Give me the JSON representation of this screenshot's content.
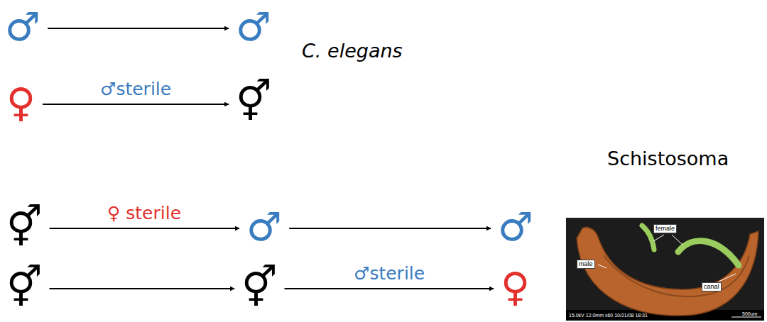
{
  "diagram": {
    "nodes": [
      {
        "text": [
          "♂"
        ]
      },
      {
        "text": [
          "♂"
        ]
      },
      {
        "text": [
          "♀"
        ]
      },
      {
        "text": [
          "⚥"
        ]
      },
      {
        "text": [
          "⚥"
        ]
      },
      {
        "text": [
          "♂"
        ]
      },
      {
        "text": [
          "♂"
        ]
      },
      {
        "text": [
          "⚥"
        ]
      },
      {
        "text": [
          "⚥"
        ]
      },
      {
        "text": [
          "♀"
        ]
      }
    ],
    "edges": [
      {
        "from": 0,
        "to": 1,
        "arrow": "to"
      },
      {
        "from": 2,
        "to": 3,
        "label": "♂sterile",
        "arrow": "to"
      },
      {
        "from": 4,
        "to": 5,
        "label": "♀ sterile",
        "arrow": "to"
      },
      {
        "from": 5,
        "to": 6,
        "arrow": "to"
      },
      {
        "from": 7,
        "to": 8,
        "arrow": "to"
      },
      {
        "from": 8,
        "to": 9,
        "label": "♂sterile",
        "arrow": "to"
      }
    ],
    "labels": [
      "C. elegans",
      "Schistosoma",
      "female",
      "canal",
      "male",
      "15.0kV 12.0mm x60 10/21/08 18:31",
      "500um"
    ]
  }
}
